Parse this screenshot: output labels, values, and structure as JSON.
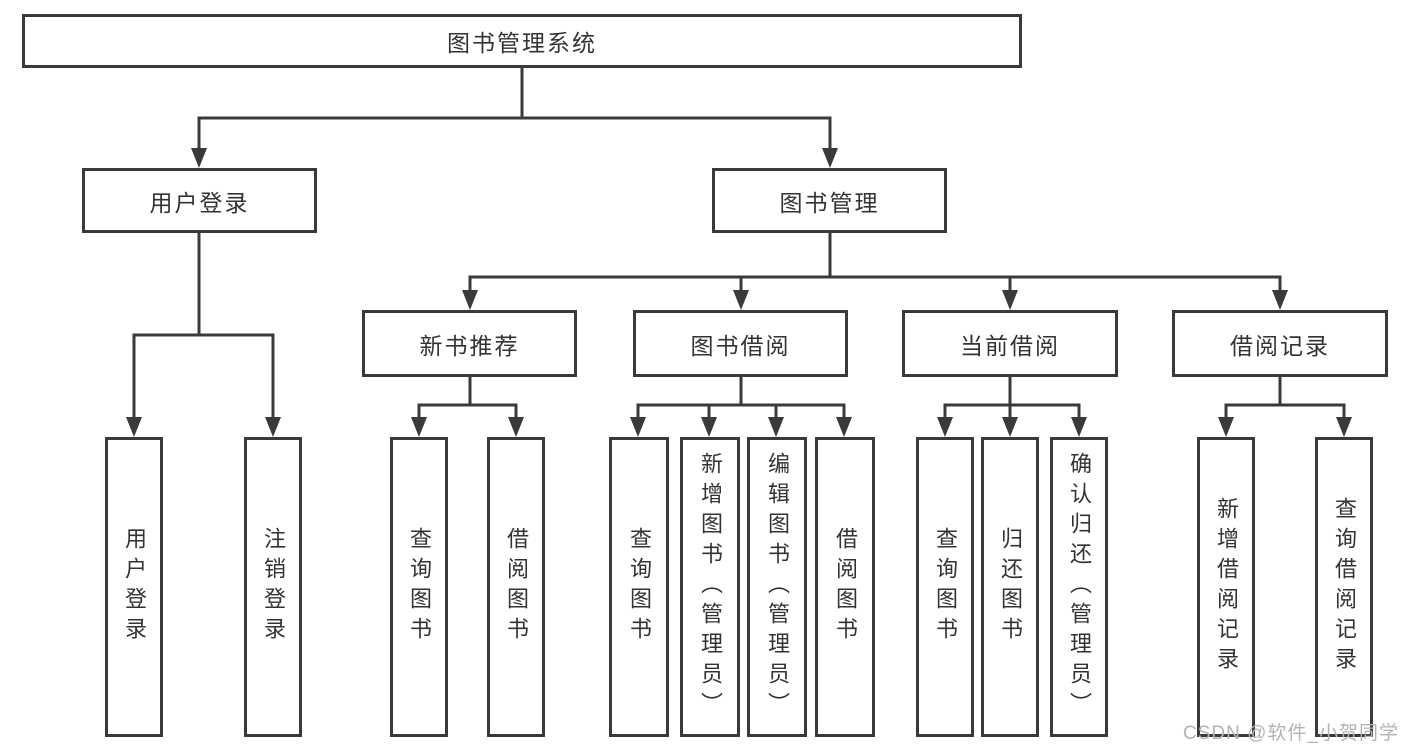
{
  "diagram": {
    "nodes": {
      "root": "图书管理系统",
      "user_login": "用户登录",
      "book_mgmt": "图书管理",
      "new_book_rec": "新书推荐",
      "book_borrow": "图书借阅",
      "current_borrow": "当前借阅",
      "borrow_records": "借阅记录",
      "leaf_user_login": "用户登录",
      "leaf_logout": "注销登录",
      "leaf_query_book_1": "查询图书",
      "leaf_borrow_book_1": "借阅图书",
      "leaf_query_book_2": "查询图书",
      "leaf_add_book": "新增图书（管理员）",
      "leaf_edit_book": "编辑图书（管理员）",
      "leaf_borrow_book_2": "借阅图书",
      "leaf_query_book_3": "查询图书",
      "leaf_return_book": "归还图书",
      "leaf_confirm_return": "确认归还（管理员）",
      "leaf_add_record": "新增借阅记录",
      "leaf_query_record": "查询借阅记录"
    },
    "edges": [
      {
        "from": "root",
        "to": [
          "user_login",
          "book_mgmt"
        ]
      },
      {
        "from": "user_login",
        "to": [
          "leaf_user_login",
          "leaf_logout"
        ]
      },
      {
        "from": "book_mgmt",
        "to": [
          "new_book_rec",
          "book_borrow",
          "current_borrow",
          "borrow_records"
        ]
      },
      {
        "from": "new_book_rec",
        "to": [
          "leaf_query_book_1",
          "leaf_borrow_book_1"
        ]
      },
      {
        "from": "book_borrow",
        "to": [
          "leaf_query_book_2",
          "leaf_add_book",
          "leaf_edit_book",
          "leaf_borrow_book_2"
        ]
      },
      {
        "from": "current_borrow",
        "to": [
          "leaf_query_book_3",
          "leaf_return_book",
          "leaf_confirm_return"
        ]
      },
      {
        "from": "borrow_records",
        "to": [
          "leaf_add_record",
          "leaf_query_record"
        ]
      }
    ],
    "watermark": "CSDN @软件_小贺同学"
  },
  "colors": {
    "line": "#3a3a3a",
    "box_border": "#3a3a3a",
    "box_fill": "#ffffff",
    "text": "#333333",
    "watermark": "#b5b2b2"
  }
}
